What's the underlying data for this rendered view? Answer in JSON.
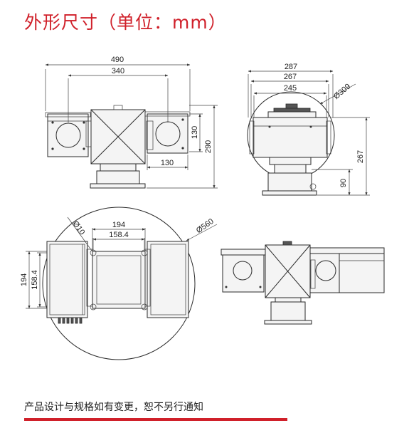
{
  "title": "外形尺寸（单位：mm）",
  "footer": {
    "note": "产品设计与规格如有变更，恕不另行通知"
  },
  "colors": {
    "accent": "#d0202a",
    "line": "#2a2a2a"
  },
  "front_view": {
    "overall_width": "490",
    "mount_spacing": "340",
    "housing_height": "130",
    "total_height": "290",
    "housing_width": "130"
  },
  "side_view": {
    "width_287": "287",
    "width_267": "267",
    "width_245": "245",
    "sweep_diameter": "Ø309",
    "height_267": "267",
    "base_height": "90"
  },
  "top_view": {
    "hole_diameter": "Ø10",
    "box_width": "194",
    "hole_spacing_x": "158.4",
    "box_height": "194",
    "hole_spacing_y": "158.4",
    "sweep_diameter": "Ø560"
  }
}
